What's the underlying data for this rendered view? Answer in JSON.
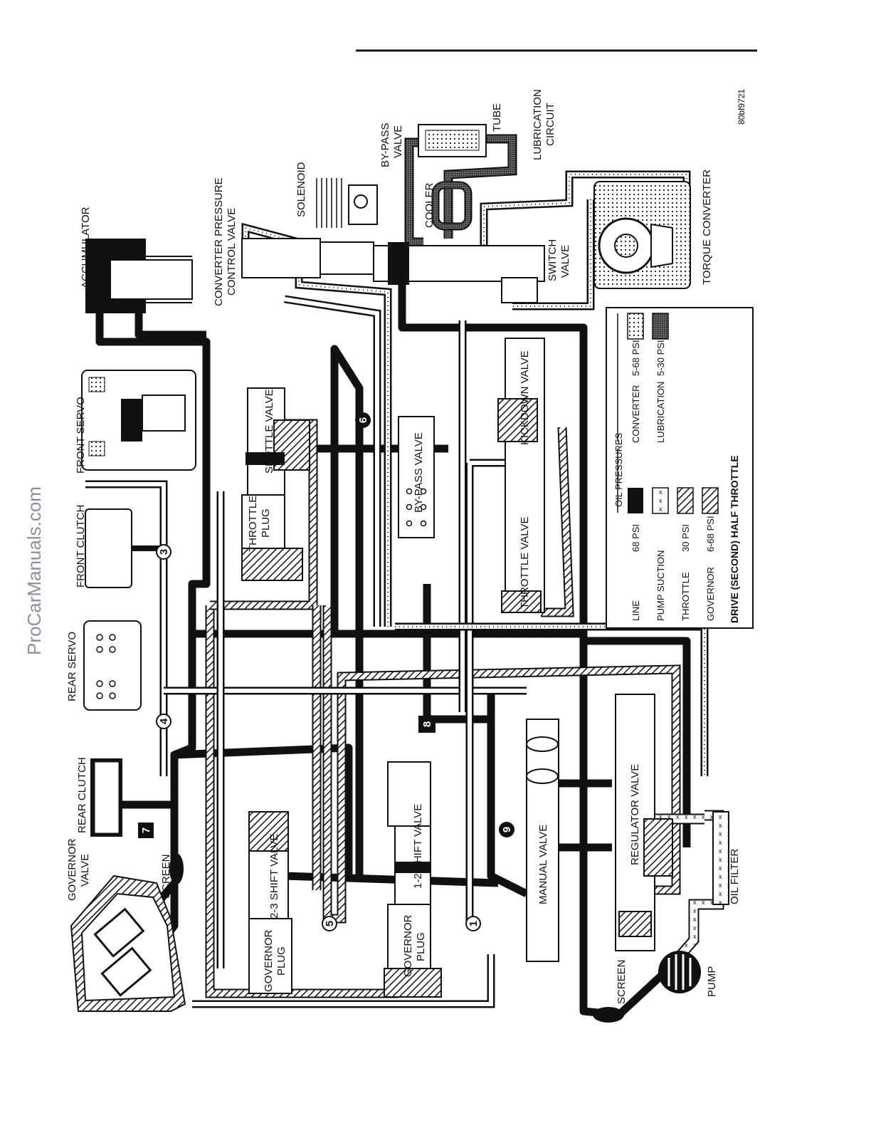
{
  "watermark": "ProCarManuals.com",
  "figure_id": "80bf9721",
  "labels": {
    "accumulator": "ACCUMULATOR",
    "converter_pressure_control_valve_1": "CONVERTER PRESSURE",
    "converter_pressure_control_valve_2": "CONTROL VALVE",
    "solenoid": "SOLENOID",
    "bypass_valve_top_1": "BY-PASS",
    "bypass_valve_top_2": "VALVE",
    "tube": "TUBE",
    "lubrication_circuit_1": "LUBRICATION",
    "lubrication_circuit_2": "CIRCUIT",
    "cooler": "COOLER",
    "switch_valve_1": "SWITCH",
    "switch_valve_2": "VALVE",
    "torque_converter": "TORQUE CONVERTER",
    "front_servo": "FRONT SERVO",
    "front_clutch": "FRONT CLUTCH",
    "rear_servo": "REAR SERVO",
    "rear_clutch": "REAR CLUTCH",
    "governor_valve_1": "GOVERNOR",
    "governor_valve_2": "VALVE",
    "screen_left": "SCREEN",
    "shuttle_valve": "SHUTTLE VALVE",
    "throttle_plug_1": "THROTTLE",
    "throttle_plug_2": "PLUG",
    "bypass_valve_mid": "BY-PASS VALVE",
    "kickdown_valve": "KICKDOWN VALVE",
    "throttle_valve": "THROTTLE VALVE",
    "shift_valve_23": "2-3 SHIFT VALVE",
    "shift_valve_12": "1-2 SHIFT VALVE",
    "governor_plug_a_1": "GOVERNOR",
    "governor_plug_a_2": "PLUG",
    "governor_plug_b_1": "GOVERNOR",
    "governor_plug_b_2": "PLUG",
    "manual_valve": "MANUAL VALVE",
    "regulator_valve": "REGULATOR VALVE",
    "oil_filter": "OIL FILTER",
    "screen_bottom": "SCREEN",
    "pump": "PUMP"
  },
  "circuit_numbers": [
    "1",
    "3",
    "4",
    "5",
    "6",
    "7",
    "8",
    "9"
  ],
  "legend": {
    "title": "OIL PRESSURES",
    "entries": [
      {
        "name": "LINE",
        "value": "68 PSI"
      },
      {
        "name": "PUMP SUCTION",
        "value": ""
      },
      {
        "name": "THROTTLE",
        "value": "30 PSI"
      },
      {
        "name": "GOVERNOR",
        "value": "6-68 PSI"
      },
      {
        "name": "CONVERTER",
        "value": "5-68 PSI"
      },
      {
        "name": "LUBRICATION",
        "value": "5-30 PSI"
      }
    ],
    "caption": "DRIVE (SECOND) HALF THROTTLE"
  }
}
